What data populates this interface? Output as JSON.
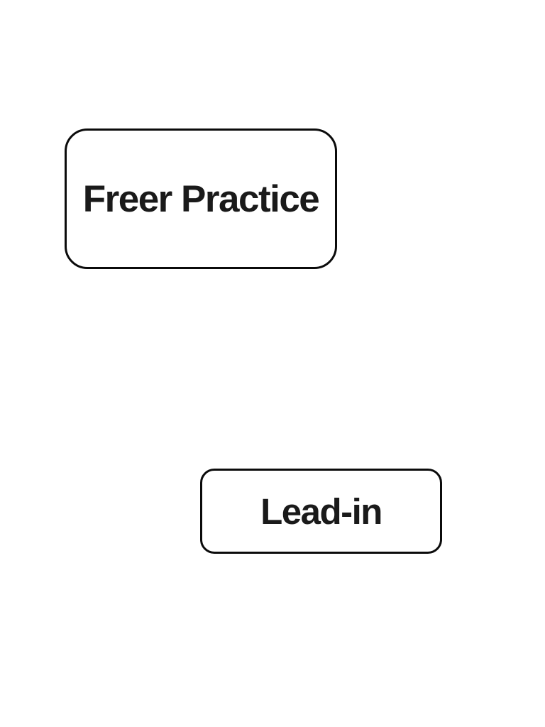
{
  "page": {
    "background_color": "#ffffff",
    "box_border_color": "#0b0b0b",
    "text_color": "#1a1a1a"
  },
  "boxes": [
    {
      "id": "freer-practice",
      "label": "Freer Practice"
    },
    {
      "id": "lead-in",
      "label": "Lead-in"
    }
  ]
}
